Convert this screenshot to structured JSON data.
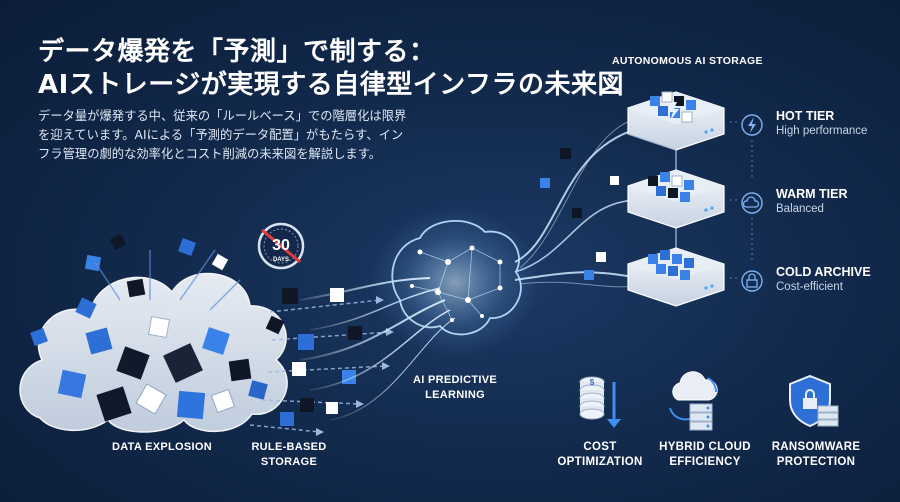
{
  "title": {
    "line1": "データ爆発を「予測」で制する：",
    "line2": "AIストレージが実現する自律型インフラの未来図"
  },
  "description": {
    "line1": "データ量が爆発する中、従来の「ルールベース」での階層化は限界",
    "line2": "を迎えています。AIによる「予測的データ配置」がもたらす、イン",
    "line3": "フラ管理の劇的な効率化とコスト削減の未来図を解説します。"
  },
  "badge": {
    "number": "30",
    "unit": "DAYS"
  },
  "labels": {
    "data_explosion": "DATA EXPLOSION",
    "rule_based_1": "RULE-BASED",
    "rule_based_2": "STORAGE",
    "ai_learning_1": "AI PREDICTIVE",
    "ai_learning_2": "LEARNING",
    "storage_title": "AUTONOMOUS AI STORAGE"
  },
  "tiers": [
    {
      "name": "HOT TIER",
      "desc": "High performance",
      "icon": "lightning-icon"
    },
    {
      "name": "WARM TIER",
      "desc": "Balanced",
      "icon": "cloud-icon"
    },
    {
      "name": "COLD ARCHIVE",
      "desc": "Cost-efficient",
      "icon": "lock-icon"
    }
  ],
  "benefits": [
    {
      "line1": "COST",
      "line2": "OPTIMIZATION",
      "icon": "coin-stack-icon"
    },
    {
      "line1": "HYBRID CLOUD",
      "line2": "EFFICIENCY",
      "icon": "cloud-server-icon"
    },
    {
      "line1": "RANSOMWARE",
      "line2": "PROTECTION",
      "icon": "shield-lock-icon"
    }
  ],
  "colors": {
    "background": "#122a4d",
    "accent_blue": "#3f8ff0",
    "glow": "#bfe3ff",
    "cloud": "#e9eef6"
  }
}
